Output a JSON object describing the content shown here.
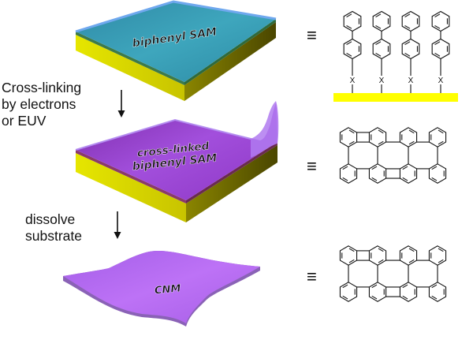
{
  "diagram": {
    "stages": [
      {
        "id": "sam",
        "label": "biphenyl SAM"
      },
      {
        "id": "crosslinked",
        "label_line1": "cross-linked",
        "label_line2": "biphenyl SAM"
      },
      {
        "id": "cnm",
        "label": "CNM"
      }
    ],
    "steps": [
      {
        "label": "Cross-linking\nby electrons\nor EUV"
      },
      {
        "label": "dissolve\nsubstrate"
      }
    ],
    "equivalence_symbol": "≡",
    "structures": [
      {
        "name": "biphenyl monolayer on substrate",
        "anchor_label": "X",
        "molecule_count": 4
      },
      {
        "name": "cross-linked biphenyl network on substrate"
      },
      {
        "name": "cross-linked biphenyl network (freestanding)"
      }
    ],
    "colors": {
      "substrate": "#f0f000",
      "sam_top": "#3aa0b8",
      "sam_edge": "#6fa8ee",
      "crosslinked": "#9b3fd0",
      "cnm": "#b56cf2"
    }
  }
}
